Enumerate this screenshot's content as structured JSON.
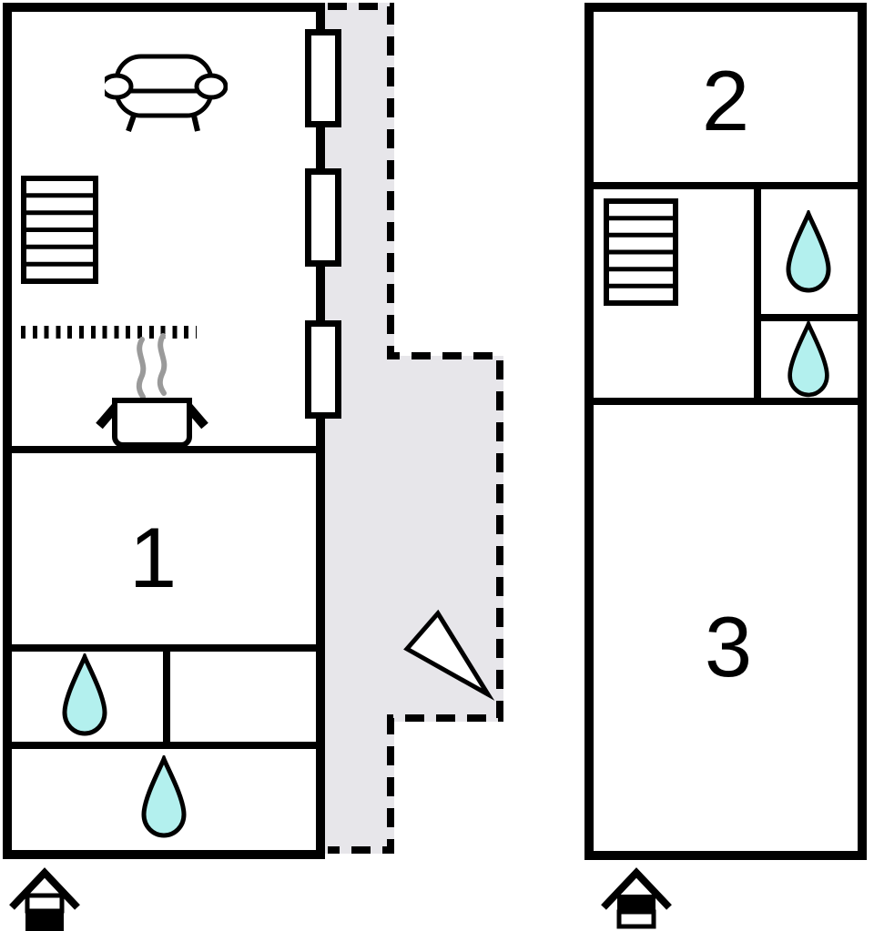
{
  "rooms": {
    "room1": "1",
    "room2": "2",
    "room3": "3"
  },
  "colors": {
    "wall": "#000000",
    "terrace": "#e7e6ea",
    "water": "#b3f0ee",
    "steam": "#9a9a9a"
  },
  "icons": {
    "sofa": "sofa-icon",
    "stairs_floor1": "stairs-icon",
    "stairs_floor2": "stairs-icon",
    "kitchen_counter": "kitchen-counter-icon",
    "cooking_pot": "cooking-pot-icon",
    "water_drops": [
      "water-drop-icon",
      "water-drop-icon",
      "water-drop-icon",
      "water-drop-icon"
    ],
    "entrance_arrow": "entrance-arrow-icon",
    "floor1_marker": "house-ground-floor-icon",
    "floor2_marker": "house-upper-floor-icon"
  }
}
